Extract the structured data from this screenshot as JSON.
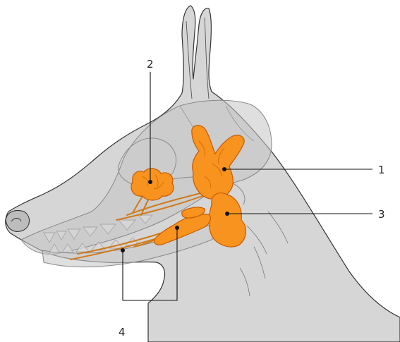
{
  "diagram": {
    "labels": [
      {
        "id": "1",
        "text": "1"
      },
      {
        "id": "2",
        "text": "2"
      },
      {
        "id": "3",
        "text": "3"
      },
      {
        "id": "4",
        "text": "4"
      }
    ]
  },
  "colors": {
    "gland": "#f7931e",
    "gland_outline": "#c85a00",
    "head": "#d6d6d6",
    "skull": "#c4c4c4",
    "line": "#111111"
  }
}
